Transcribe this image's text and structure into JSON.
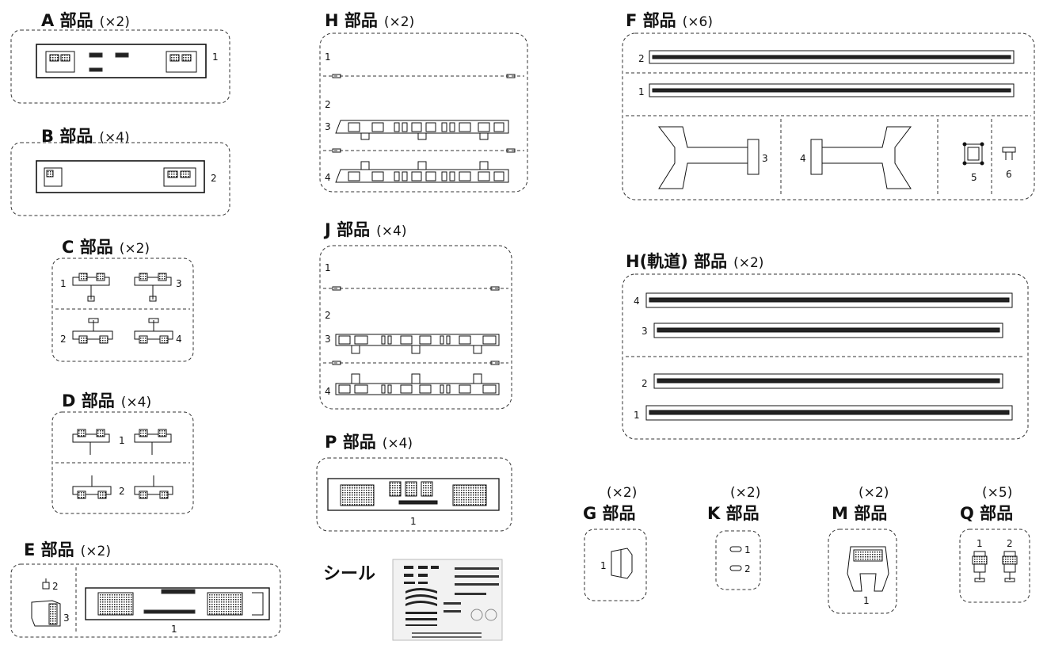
{
  "sections": {
    "A": {
      "title": "A 部品",
      "count": "(×2)",
      "labels": [
        "1"
      ]
    },
    "B": {
      "title": "B 部品",
      "count": "(×4)",
      "labels": [
        "2"
      ]
    },
    "C": {
      "title": "C 部品",
      "count": "(×2)",
      "labels": [
        "1",
        "3",
        "2",
        "4"
      ]
    },
    "D": {
      "title": "D 部品",
      "count": "(×4)",
      "labels": [
        "1",
        "2"
      ]
    },
    "E": {
      "title": "E 部品",
      "count": "(×2)",
      "labels": [
        "2",
        "3",
        "1"
      ]
    },
    "H": {
      "title": "H 部品",
      "count": "(×2)",
      "labels": [
        "1",
        "2",
        "3",
        "4"
      ]
    },
    "J": {
      "title": "J 部品",
      "count": "(×4)",
      "labels": [
        "1",
        "2",
        "3",
        "4"
      ]
    },
    "P": {
      "title": "P 部品",
      "count": "(×4)",
      "labels": [
        "1"
      ]
    },
    "seal": {
      "title": "シール"
    },
    "F": {
      "title": "F 部品",
      "count": "(×6)",
      "labels": [
        "2",
        "1",
        "3",
        "4",
        "5",
        "6"
      ]
    },
    "H_track": {
      "title": "H(軌道) 部品",
      "count": "(×2)",
      "labels": [
        "4",
        "3",
        "2",
        "1"
      ]
    },
    "G": {
      "title": "G 部品",
      "count": "(×2)",
      "labels": [
        "1"
      ]
    },
    "K": {
      "title": "K 部品",
      "count": "(×2)",
      "labels": [
        "1",
        "2"
      ]
    },
    "M": {
      "title": "M 部品",
      "count": "(×2)",
      "labels": [
        "1"
      ]
    },
    "Q": {
      "title": "Q 部品",
      "count": "(×5)",
      "labels": [
        "1",
        "2"
      ]
    }
  }
}
